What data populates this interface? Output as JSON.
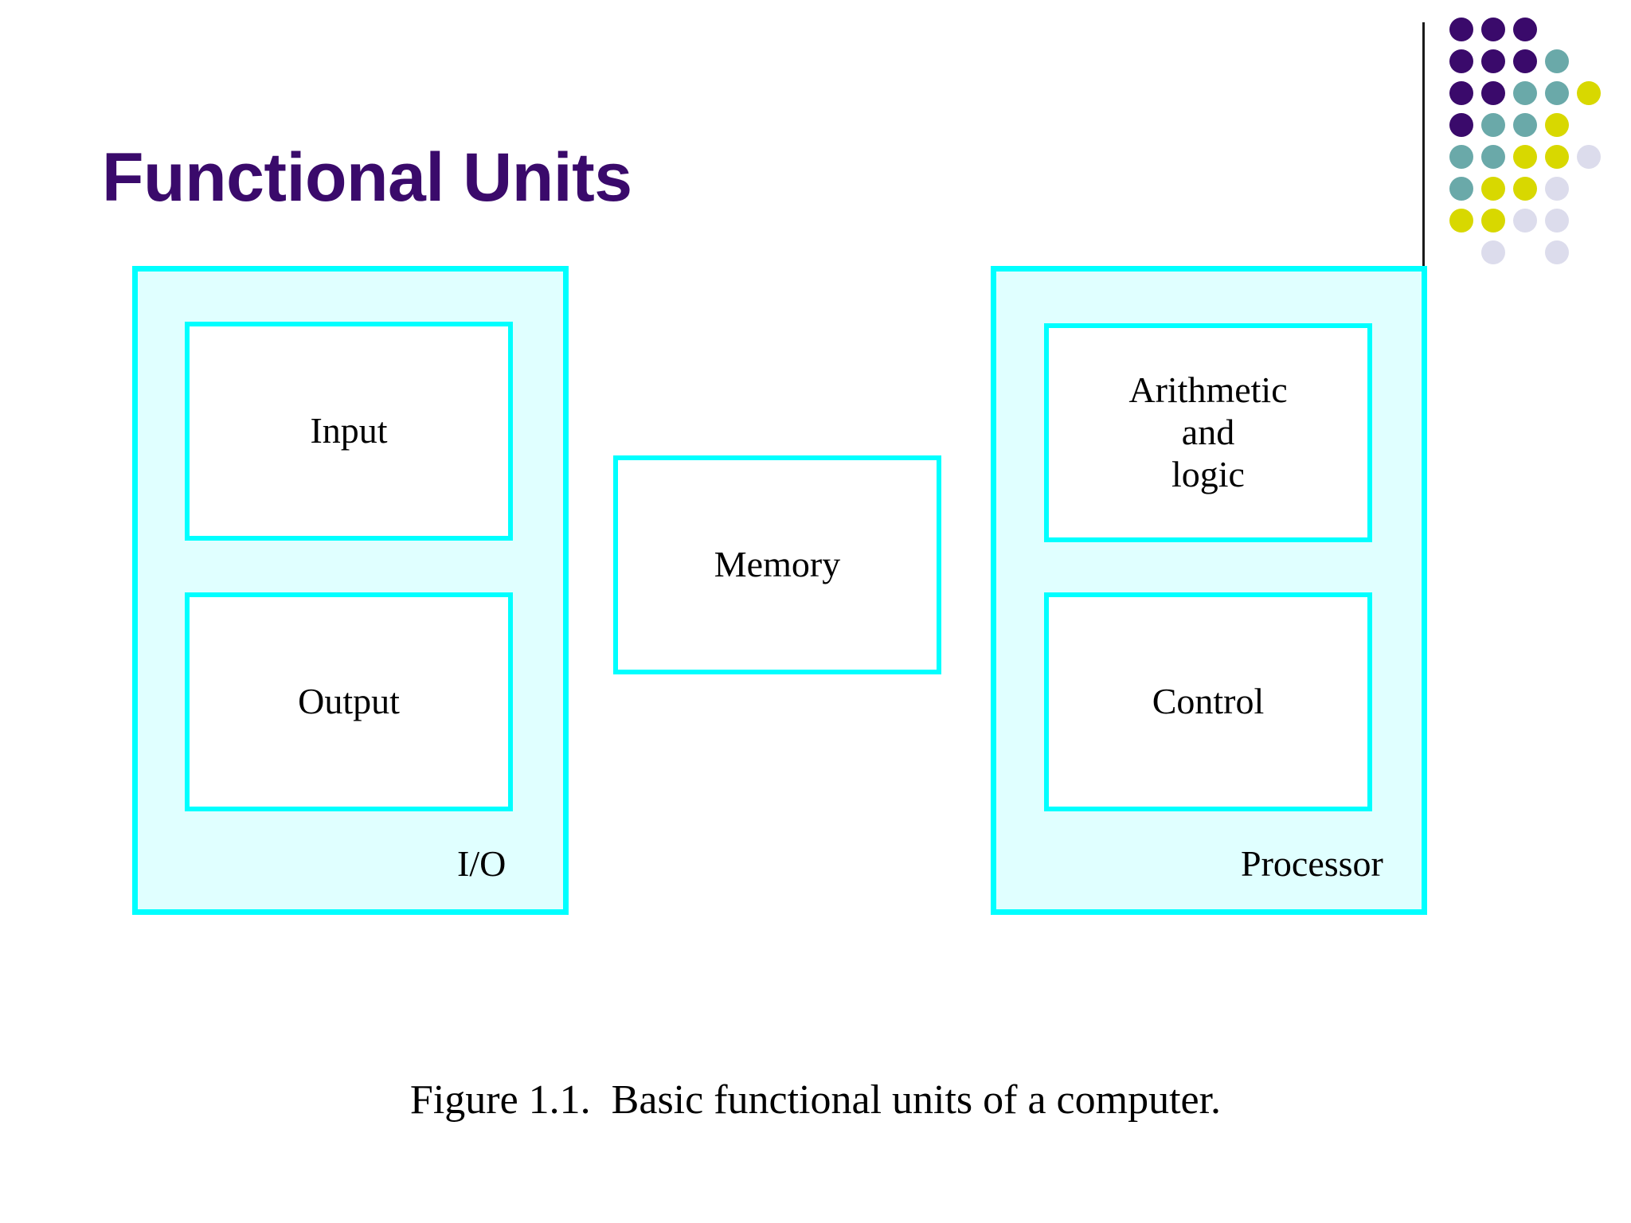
{
  "slide": {
    "title": "Functional Units",
    "caption": "Figure 1.1.  Basic functional units of a computer.",
    "background_color": "#ffffff",
    "title_color": "#3a0a6b"
  },
  "header": {
    "rule_color": "#1a1a1a",
    "dot_colors": {
      "purple": "#3a0a6b",
      "teal": "#6aa9a9",
      "yellow": "#d8d800",
      "lavender": "#dcdcec"
    },
    "dot_grid": [
      [
        "purple",
        "purple",
        "purple",
        null,
        null
      ],
      [
        "purple",
        "purple",
        "purple",
        "teal",
        null
      ],
      [
        "purple",
        "purple",
        "teal",
        "teal",
        "yellow"
      ],
      [
        "purple",
        "teal",
        "teal",
        "yellow",
        null
      ],
      [
        "teal",
        "teal",
        "yellow",
        "yellow",
        "lavender"
      ],
      [
        "teal",
        "yellow",
        "yellow",
        "lavender",
        null
      ],
      [
        "yellow",
        "yellow",
        "lavender",
        "lavender",
        null
      ],
      [
        null,
        "lavender",
        null,
        "lavender",
        null
      ]
    ]
  },
  "diagram": {
    "border_color": "#00ffff",
    "group_fill": "#e0ffff",
    "unit_fill": "#ffffff",
    "groups": [
      {
        "id": "io",
        "label": "I/O"
      },
      {
        "id": "processor",
        "label": "Processor"
      }
    ],
    "units": [
      {
        "id": "input",
        "label": "Input"
      },
      {
        "id": "output",
        "label": "Output"
      },
      {
        "id": "memory",
        "label": "Memory"
      },
      {
        "id": "alu",
        "label": "Arithmetic\nand\nlogic"
      },
      {
        "id": "control",
        "label": "Control"
      }
    ],
    "alu_lines": [
      "Arithmetic",
      "and",
      "logic"
    ]
  }
}
